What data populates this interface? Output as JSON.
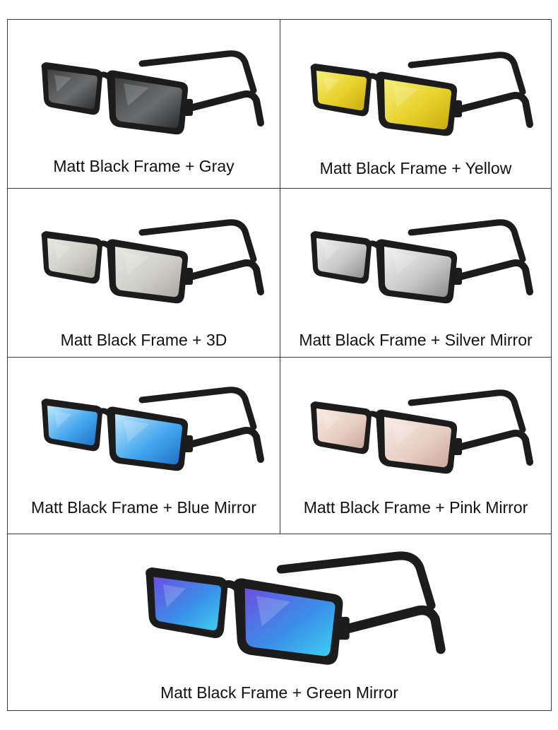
{
  "products": [
    {
      "label": "Matt Black Frame + Gray",
      "lens_colors": [
        "#3d3f40",
        "#6a6c6d",
        "#2b2c2d"
      ],
      "lens_icon": "gray-lens-glasses-icon"
    },
    {
      "label": "Matt Black Frame + Yellow",
      "lens_colors": [
        "#f7ee7a",
        "#e7d12a",
        "#c9a90e"
      ],
      "lens_icon": "yellow-lens-glasses-icon"
    },
    {
      "label": "Matt Black Frame + 3D",
      "lens_colors": [
        "#e8e8e3",
        "#cfcfc8",
        "#a9a9a2"
      ],
      "lens_icon": "3d-lens-glasses-icon"
    },
    {
      "label": "Matt Black Frame + Silver Mirror",
      "lens_colors": [
        "#f2f2f2",
        "#c9c9c9",
        "#8c8c8c"
      ],
      "lens_icon": "silver-mirror-lens-glasses-icon"
    },
    {
      "label": "Matt Black Frame + Blue Mirror",
      "lens_colors": [
        "#bfe8ff",
        "#45a8ee",
        "#1f6fc4"
      ],
      "lens_icon": "blue-mirror-lens-glasses-icon"
    },
    {
      "label": "Matt Black Frame + Pink Mirror",
      "lens_colors": [
        "#f8ece6",
        "#e8cfc4",
        "#c9a79a"
      ],
      "lens_icon": "pink-mirror-lens-glasses-icon"
    },
    {
      "label": "Matt Black Frame + Green Mirror",
      "lens_colors": [
        "#6b4fe0",
        "#3a8fe8",
        "#3fd0f0"
      ],
      "lens_icon": "green-mirror-lens-glasses-icon"
    }
  ],
  "colors": {
    "frame": "#1c1c1c",
    "border": "#3a3a3a",
    "text": "#111111"
  }
}
